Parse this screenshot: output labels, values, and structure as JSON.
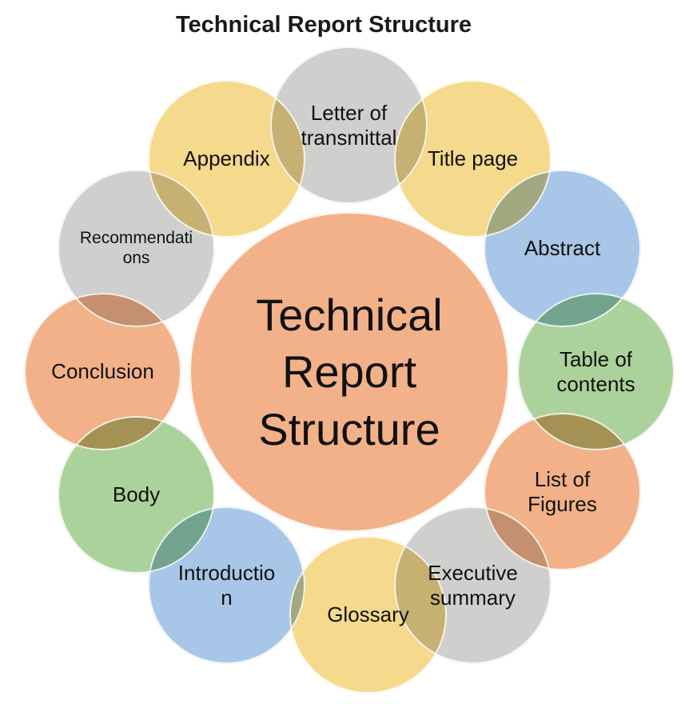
{
  "title": "Technical Report Structure",
  "center": {
    "label": "Technical\nReport\nStructure",
    "color": "#F2B189"
  },
  "palette": {
    "gray": "#C2C1C0",
    "yellow": "#F3CE6C",
    "blue": "#8FB6E0",
    "green": "#94C57F",
    "orange": "#EE9B66",
    "outline": "#FFFFFF"
  },
  "satellites": [
    {
      "id": "letter-of-transmittal",
      "label": "Letter of\ntransmittal",
      "color_name": "gray"
    },
    {
      "id": "title-page",
      "label": "Title page",
      "color_name": "yellow"
    },
    {
      "id": "abstract",
      "label": "Abstract",
      "color_name": "blue"
    },
    {
      "id": "table-of-contents",
      "label": "Table of\ncontents",
      "color_name": "green"
    },
    {
      "id": "list-of-figures",
      "label": "List of\nFigures",
      "color_name": "orange"
    },
    {
      "id": "executive-summary",
      "label": "Executive\nsummary",
      "color_name": "gray"
    },
    {
      "id": "glossary",
      "label": "Glossary",
      "color_name": "yellow"
    },
    {
      "id": "introduction",
      "label": "Introductio\nn",
      "color_name": "blue"
    },
    {
      "id": "body",
      "label": "Body",
      "color_name": "green"
    },
    {
      "id": "conclusion",
      "label": "Conclusion",
      "color_name": "orange"
    },
    {
      "id": "recommendations",
      "label": "Recommendati\nons",
      "color_name": "gray"
    },
    {
      "id": "appendix",
      "label": "Appendix",
      "color_name": "yellow"
    }
  ]
}
